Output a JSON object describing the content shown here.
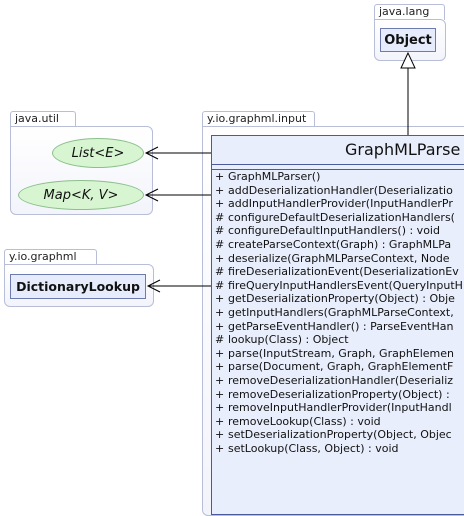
{
  "packages": {
    "java_lang": {
      "name": "java.lang",
      "classes": [
        "Object"
      ]
    },
    "java_util": {
      "name": "java.util",
      "interfaces": [
        "List<E>",
        "Map<K, V>"
      ]
    },
    "graphml": {
      "name": "y.io.graphml",
      "classes": [
        "DictionaryLookup"
      ]
    },
    "graphml_input": {
      "name": "y.io.graphml.input"
    }
  },
  "main_class": {
    "name": "GraphMLParse",
    "methods": [
      {
        "vis": "+",
        "sig": "GraphMLParser()"
      },
      {
        "vis": "+",
        "sig": "addDeserializationHandler(Deserializatio"
      },
      {
        "vis": "+",
        "sig": "addInputHandlerProvider(InputHandlerPr"
      },
      {
        "vis": "#",
        "sig": "configureDefaultDeserializationHandlers("
      },
      {
        "vis": "#",
        "sig": "configureDefaultInputHandlers() : void"
      },
      {
        "vis": "#",
        "sig": "createParseContext(Graph) : GraphMLPa"
      },
      {
        "vis": "+",
        "sig": "deserialize(GraphMLParseContext, Node"
      },
      {
        "vis": "#",
        "sig": "fireDeserializationEvent(DeserializationEv"
      },
      {
        "vis": "#",
        "sig": "fireQueryInputHandlersEvent(QueryInputH"
      },
      {
        "vis": "+",
        "sig": "getDeserializationProperty(Object) : Obje"
      },
      {
        "vis": "+",
        "sig": "getInputHandlers(GraphMLParseContext,"
      },
      {
        "vis": "+",
        "sig": "getParseEventHandler() : ParseEventHan"
      },
      {
        "vis": "#",
        "sig": "lookup(Class) : Object"
      },
      {
        "vis": "+",
        "sig": "parse(InputStream, Graph, GraphElemen"
      },
      {
        "vis": "+",
        "sig": "parse(Document, Graph, GraphElementF"
      },
      {
        "vis": "+",
        "sig": "removeDeserializationHandler(Deserializ"
      },
      {
        "vis": "+",
        "sig": "removeDeserializationProperty(Object) :"
      },
      {
        "vis": "+",
        "sig": "removeInputHandlerProvider(InputHandl"
      },
      {
        "vis": "+",
        "sig": "removeLookup(Class) : void"
      },
      {
        "vis": "+",
        "sig": "setDeserializationProperty(Object, Objec"
      },
      {
        "vis": "+",
        "sig": "setLookup(Class, Object) : void"
      }
    ]
  }
}
